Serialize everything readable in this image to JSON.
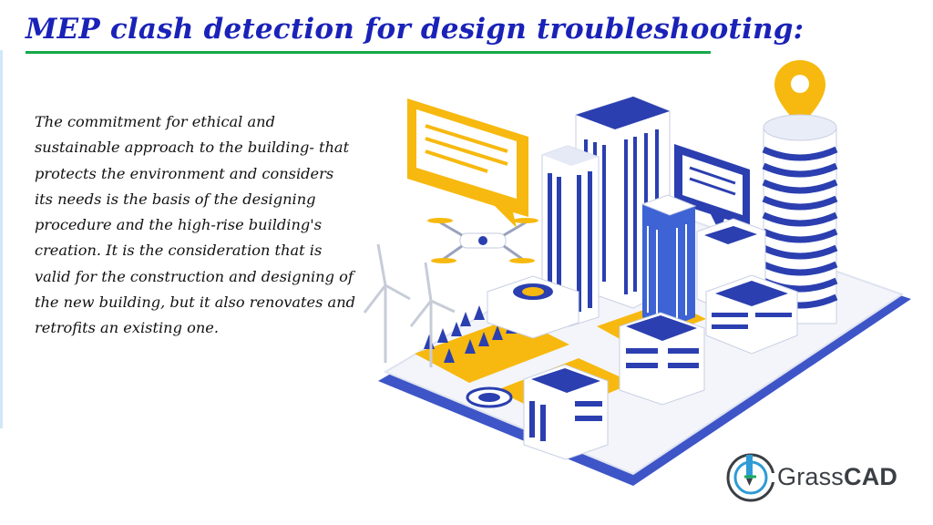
{
  "slide": {
    "title": "MEP clash detection for design troubleshooting:",
    "body": "The commitment for ethical and sustainable approach to the building- that protects the environment and considers its needs is the basis of the designing procedure and the high-rise building's creation. It is the consideration that is valid for the construction and designing of the new building, but it also renovates and retrofits an existing one."
  },
  "logo": {
    "name_part1": "Grass",
    "name_part2": "CAD"
  },
  "colors": {
    "title": "#1a22b8",
    "underline": "#15a84a",
    "accent_yellow": "#f7b90f",
    "accent_blue": "#2b3fb0"
  }
}
